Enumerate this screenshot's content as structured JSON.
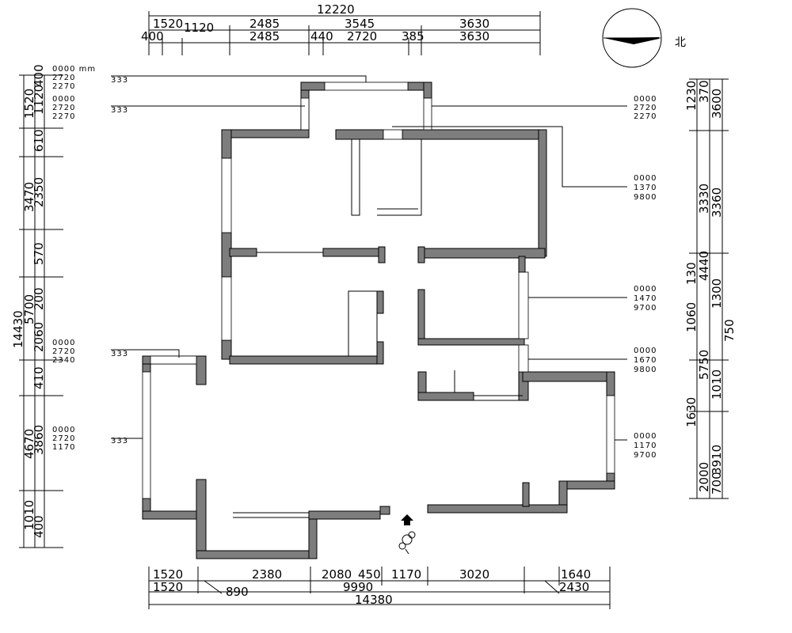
{
  "compass": {
    "label": "北"
  },
  "dims_top_total": "12220",
  "dims_top_row1": [
    "1520",
    "2485",
    "3545",
    "3630"
  ],
  "dims_top_row2": [
    "400",
    "1120",
    "2485",
    "440",
    "2720",
    "385",
    "3630"
  ],
  "dims_bottom_row1": [
    "1520",
    "2380",
    "2080",
    "450",
    "1170",
    "3020",
    "1640"
  ],
  "dims_bottom_row2": [
    "1520",
    "890",
    "9990",
    "2430"
  ],
  "dims_bottom_total": "14380",
  "dims_left_total": "14430",
  "dims_left_outer": [
    "1520",
    "3470",
    "5700",
    "4670",
    "1010"
  ],
  "dims_left_inner": [
    "400",
    "1120",
    "610",
    "2350",
    "570",
    "200",
    "2060",
    "410",
    "3860",
    "400"
  ],
  "dims_right_outer": [
    "3600",
    "3360",
    "4440",
    "1300",
    "750"
  ],
  "dims_right_inner": [
    "370",
    "1230",
    "3330",
    "1060",
    "130",
    "5750",
    "1010",
    "3910",
    "2000",
    "700",
    "1630"
  ],
  "window_tags_left": [
    {
      "sill": "0000",
      "head": "2720",
      "low": "2270"
    },
    {
      "sill": "0000",
      "head": "2720",
      "low": "2270"
    },
    {
      "sill": "0000",
      "head": "2720",
      "low": "2340"
    },
    {
      "sill": "0000",
      "head": "2720",
      "low": "1170"
    }
  ],
  "window_tags_right": [
    {
      "sill": "0000",
      "head": "2720",
      "low": "2270"
    },
    {
      "sill": "0000",
      "head": "1370",
      "low": "9800"
    },
    {
      "sill": "0000",
      "head": "1470",
      "low": "9700"
    },
    {
      "sill": "0000",
      "head": "1670",
      "low": "9800"
    },
    {
      "sill": "0000",
      "head": "1170",
      "low": "9700"
    }
  ],
  "tag_unit": "mm",
  "tag_code": "333"
}
